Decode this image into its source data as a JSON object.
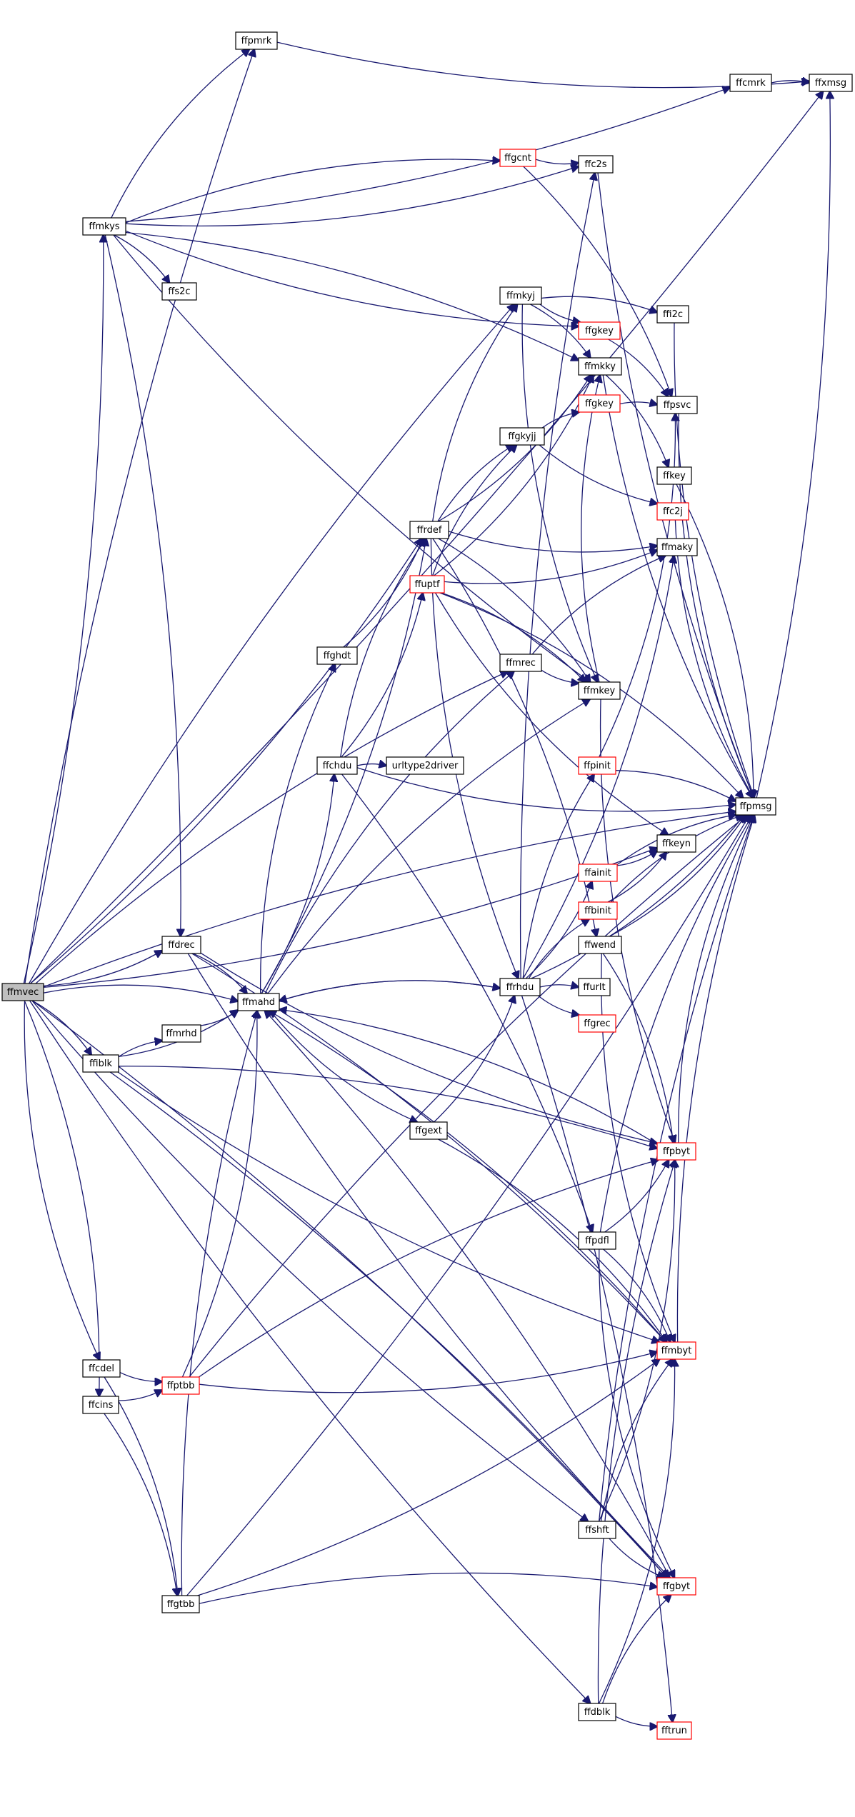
{
  "chart_data": {
    "type": "diagram",
    "root": "ffmvec",
    "nodes": [
      {
        "id": "ffmvec",
        "label": "ffmvec"
      },
      {
        "id": "ffpmrk",
        "label": "ffpmrk"
      },
      {
        "id": "ffcmrk",
        "label": "ffcmrk"
      },
      {
        "id": "ffxmsg",
        "label": "ffxmsg"
      },
      {
        "id": "ffgcnt",
        "label": "ffgcnt",
        "red": true
      },
      {
        "id": "ffc2s",
        "label": "ffc2s"
      },
      {
        "id": "ffmkys",
        "label": "ffmkys"
      },
      {
        "id": "ffs2c",
        "label": "ffs2c"
      },
      {
        "id": "ffmkyj",
        "label": "ffmkyj"
      },
      {
        "id": "ffi2c",
        "label": "ffi2c"
      },
      {
        "id": "ffgkey_a",
        "label": "ffgkey",
        "red": true
      },
      {
        "id": "ffmkky",
        "label": "ffmkky"
      },
      {
        "id": "ffgkey_b",
        "label": "ffgkey",
        "red": true
      },
      {
        "id": "ffpsvc",
        "label": "ffpsvc"
      },
      {
        "id": "ffgkyjj",
        "label": "ffgkyjj"
      },
      {
        "id": "ffkey",
        "label": "ffkey"
      },
      {
        "id": "ffc2j",
        "label": "ffc2j",
        "red": true
      },
      {
        "id": "ffrdef",
        "label": "ffrdef"
      },
      {
        "id": "ffmaky",
        "label": "ffmaky"
      },
      {
        "id": "ffuptf",
        "label": "ffuptf",
        "red": true
      },
      {
        "id": "ffghdt",
        "label": "ffghdt"
      },
      {
        "id": "ffmrec",
        "label": "ffmrec"
      },
      {
        "id": "ffmkey",
        "label": "ffmkey"
      },
      {
        "id": "ffchdu",
        "label": "ffchdu"
      },
      {
        "id": "urltype2driver",
        "label": "urltype2driver"
      },
      {
        "id": "ffpinit",
        "label": "ffpinit",
        "red": true
      },
      {
        "id": "ffpmsg",
        "label": "ffpmsg"
      },
      {
        "id": "ffkeyn",
        "label": "ffkeyn"
      },
      {
        "id": "ffainit",
        "label": "ffainit",
        "red": true
      },
      {
        "id": "ffbinit",
        "label": "ffbinit",
        "red": true
      },
      {
        "id": "ffwend",
        "label": "ffwend"
      },
      {
        "id": "ffdrec",
        "label": "ffdrec"
      },
      {
        "id": "ffmahd",
        "label": "ffmahd"
      },
      {
        "id": "ffrhdu",
        "label": "ffrhdu"
      },
      {
        "id": "ffurlt",
        "label": "ffurlt"
      },
      {
        "id": "ffgrec",
        "label": "ffgrec",
        "red": true
      },
      {
        "id": "ffmrhd",
        "label": "ffmrhd"
      },
      {
        "id": "ffiblk",
        "label": "ffiblk"
      },
      {
        "id": "ffgext",
        "label": "ffgext"
      },
      {
        "id": "ffpbyt",
        "label": "ffpbyt",
        "red": true
      },
      {
        "id": "ffpdfl",
        "label": "ffpdfl"
      },
      {
        "id": "ffmbyt",
        "label": "ffmbyt",
        "red": true
      },
      {
        "id": "ffcdel",
        "label": "ffcdel"
      },
      {
        "id": "ffptbb",
        "label": "ffptbb",
        "red": true
      },
      {
        "id": "ffcins",
        "label": "ffcins"
      },
      {
        "id": "ffshft",
        "label": "ffshft"
      },
      {
        "id": "ffgbyt",
        "label": "ffgbyt",
        "red": true
      },
      {
        "id": "ffgtbb",
        "label": "ffgtbb"
      },
      {
        "id": "ffdblk",
        "label": "ffdblk"
      },
      {
        "id": "fftrun",
        "label": "fftrun",
        "red": true
      }
    ],
    "edges": [
      [
        "ffmvec",
        "ffmkys"
      ],
      [
        "ffmvec",
        "ffpmrk"
      ],
      [
        "ffmvec",
        "ffxmsg"
      ],
      [
        "ffmvec",
        "ffmkyj"
      ],
      [
        "ffmvec",
        "ffrdef"
      ],
      [
        "ffmvec",
        "ffmrec"
      ],
      [
        "ffmvec",
        "ffkeyn"
      ],
      [
        "ffmvec",
        "ffmahd"
      ],
      [
        "ffmvec",
        "ffdrec"
      ],
      [
        "ffmvec",
        "ffiblk"
      ],
      [
        "ffmvec",
        "ffcdel"
      ],
      [
        "ffmvec",
        "ffcins"
      ],
      [
        "ffmvec",
        "ffshft"
      ],
      [
        "ffmvec",
        "ffgbyt"
      ],
      [
        "ffmvec",
        "ffdblk"
      ],
      [
        "ffmvec",
        "ffpmsg"
      ],
      [
        "ffpmrk",
        "ffxmsg"
      ],
      [
        "ffcmrk",
        "ffxmsg"
      ],
      [
        "ffpmsg",
        "ffxmsg"
      ],
      [
        "ffmkys",
        "ffpmrk"
      ],
      [
        "ffmkys",
        "ffcmrk"
      ],
      [
        "ffmkys",
        "ffgcnt"
      ],
      [
        "ffmkys",
        "ffc2s"
      ],
      [
        "ffmkys",
        "ffs2c"
      ],
      [
        "ffmkys",
        "ffgkey_a"
      ],
      [
        "ffmkys",
        "ffmkky"
      ],
      [
        "ffmkys",
        "ffmkey"
      ],
      [
        "ffmkys",
        "ffdrec"
      ],
      [
        "ffgcnt",
        "ffc2s"
      ],
      [
        "ffgcnt",
        "ffpsvc"
      ],
      [
        "ffc2s",
        "ffpmsg"
      ],
      [
        "ffmkyj",
        "ffi2c"
      ],
      [
        "ffmkyj",
        "ffgkey_a"
      ],
      [
        "ffmkyj",
        "ffmkky"
      ],
      [
        "ffmkyj",
        "ffmkey"
      ],
      [
        "ffgkey_a",
        "ffpsvc"
      ],
      [
        "ffi2c",
        "ffpmsg"
      ],
      [
        "ffmkky",
        "ffkey"
      ],
      [
        "ffmkky",
        "ffpmsg"
      ],
      [
        "ffgkey_b",
        "ffpsvc"
      ],
      [
        "ffpsvc",
        "ffpmsg"
      ],
      [
        "ffgkyjj",
        "ffgkey_b"
      ],
      [
        "ffgkyjj",
        "ffc2j"
      ],
      [
        "ffkey",
        "ffpmsg"
      ],
      [
        "ffc2j",
        "ffpmsg"
      ],
      [
        "ffrdef",
        "ffmkyj"
      ],
      [
        "ffrdef",
        "ffmkky"
      ],
      [
        "ffrdef",
        "ffgkyjj"
      ],
      [
        "ffrdef",
        "ffmaky"
      ],
      [
        "ffrdef",
        "ffmkey"
      ],
      [
        "ffrdef",
        "ffrhdu"
      ],
      [
        "ffrdef",
        "ffwend"
      ],
      [
        "ffuptf",
        "ffmkky"
      ],
      [
        "ffuptf",
        "ffgkyjj"
      ],
      [
        "ffuptf",
        "ffmaky"
      ],
      [
        "ffuptf",
        "ffmkey"
      ],
      [
        "ffuptf",
        "ffkeyn"
      ],
      [
        "ffuptf",
        "ffpmsg"
      ],
      [
        "ffghdt",
        "ffrdef"
      ],
      [
        "ffmrec",
        "ffmaky"
      ],
      [
        "ffmrec",
        "ffmkey"
      ],
      [
        "ffmkey",
        "ffmkky"
      ],
      [
        "ffmkey",
        "ffpbyt"
      ],
      [
        "ffchdu",
        "ffrdef"
      ],
      [
        "ffchdu",
        "ffuptf"
      ],
      [
        "ffchdu",
        "urltype2driver"
      ],
      [
        "ffchdu",
        "ffpmsg"
      ],
      [
        "ffchdu",
        "ffpdfl"
      ],
      [
        "ffpinit",
        "ffpsvc"
      ],
      [
        "ffpinit",
        "ffpmsg"
      ],
      [
        "ffainit",
        "ffkeyn"
      ],
      [
        "ffainit",
        "ffpmsg"
      ],
      [
        "ffbinit",
        "ffkeyn"
      ],
      [
        "ffbinit",
        "ffpmsg"
      ],
      [
        "ffwend",
        "ffpmsg"
      ],
      [
        "ffwend",
        "ffpbyt"
      ],
      [
        "ffwend",
        "ffmbyt"
      ],
      [
        "ffdrec",
        "ffmahd"
      ],
      [
        "ffdrec",
        "ffpbyt"
      ],
      [
        "ffdrec",
        "ffmbyt"
      ],
      [
        "ffdrec",
        "ffgbyt"
      ],
      [
        "ffmahd",
        "ffrhdu"
      ],
      [
        "ffmahd",
        "ffrdef"
      ],
      [
        "ffmahd",
        "ffghdt"
      ],
      [
        "ffmahd",
        "ffchdu"
      ],
      [
        "ffmahd",
        "ffmkey"
      ],
      [
        "ffmahd",
        "ffgext"
      ],
      [
        "ffmahd",
        "ffmrec"
      ],
      [
        "ffrhdu",
        "ffmahd"
      ],
      [
        "ffrhdu",
        "ffurlt"
      ],
      [
        "ffrhdu",
        "ffgrec"
      ],
      [
        "ffrhdu",
        "ffpinit"
      ],
      [
        "ffrhdu",
        "ffainit"
      ],
      [
        "ffrhdu",
        "ffbinit"
      ],
      [
        "ffrhdu",
        "ffmaky"
      ],
      [
        "ffrhdu",
        "ffc2s"
      ],
      [
        "ffrhdu",
        "ffpmsg"
      ],
      [
        "ffrhdu",
        "fftrun"
      ],
      [
        "ffmrhd",
        "ffmahd"
      ],
      [
        "ffiblk",
        "ffmrhd"
      ],
      [
        "ffiblk",
        "ffmahd"
      ],
      [
        "ffiblk",
        "ffpbyt"
      ],
      [
        "ffiblk",
        "ffmbyt"
      ],
      [
        "ffiblk",
        "ffgbyt"
      ],
      [
        "ffgext",
        "ffrhdu"
      ],
      [
        "ffgext",
        "ffmbyt"
      ],
      [
        "ffpbyt",
        "ffmahd"
      ],
      [
        "ffpbyt",
        "ffpmsg"
      ],
      [
        "ffpdfl",
        "ffpbyt"
      ],
      [
        "ffpdfl",
        "ffmbyt"
      ],
      [
        "ffpdfl",
        "ffgbyt"
      ],
      [
        "ffpdfl",
        "ffpmsg"
      ],
      [
        "ffmbyt",
        "ffmahd"
      ],
      [
        "ffmbyt",
        "ffpmsg"
      ],
      [
        "ffcdel",
        "ffptbb"
      ],
      [
        "ffcdel",
        "ffgtbb"
      ],
      [
        "ffcins",
        "ffptbb"
      ],
      [
        "ffcins",
        "ffgtbb"
      ],
      [
        "ffptbb",
        "ffmahd"
      ],
      [
        "ffptbb",
        "ffpbyt"
      ],
      [
        "ffptbb",
        "ffmbyt"
      ],
      [
        "ffptbb",
        "ffpmsg"
      ],
      [
        "ffshft",
        "ffpbyt"
      ],
      [
        "ffshft",
        "ffmbyt"
      ],
      [
        "ffshft",
        "ffgbyt"
      ],
      [
        "ffshft",
        "ffpmsg"
      ],
      [
        "ffgbyt",
        "ffmahd"
      ],
      [
        "ffgtbb",
        "ffmahd"
      ],
      [
        "ffgtbb",
        "ffmbyt"
      ],
      [
        "ffgtbb",
        "ffgbyt"
      ],
      [
        "ffgtbb",
        "ffpmsg"
      ],
      [
        "ffdblk",
        "ffpbyt"
      ],
      [
        "ffdblk",
        "ffmbyt"
      ],
      [
        "ffdblk",
        "ffgbyt"
      ],
      [
        "ffdblk",
        "fftrun"
      ]
    ]
  }
}
